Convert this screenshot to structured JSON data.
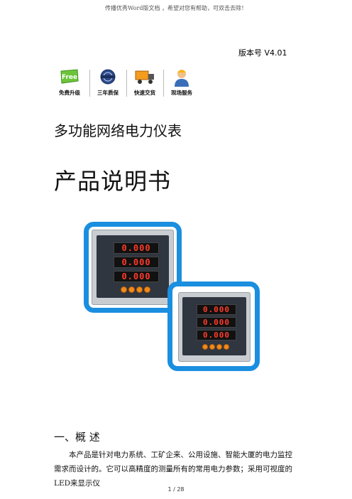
{
  "header_note": "传播优秀Word版文档 ，希望对您有帮助，可双击去除！",
  "version": {
    "label": "版本号 V4.01"
  },
  "badges": [
    {
      "label": "免费升级",
      "icon": "free-icon",
      "icon_text": "Free"
    },
    {
      "label": "三年质保",
      "icon": "quality-seal-icon"
    },
    {
      "label": "快速交货",
      "icon": "delivery-truck-icon"
    },
    {
      "label": "现场服务",
      "icon": "service-engineer-icon"
    }
  ],
  "subtitle": "多功能网络电力仪表",
  "doc_title": "产品说明书",
  "meter_display": [
    "0.000",
    "0.000",
    "0.000"
  ],
  "section": {
    "heading": "一、概  述"
  },
  "paragraph": "本产品是针对电力系统、工矿企来、公用设施、智能大厦的电力监控需求而设计的。它可以高精度的测量所有的常用电力参数；采用可视度的LED来显示仪",
  "page_number": "1 / 28",
  "colors": {
    "frame_blue": "#1a8fe0",
    "led_red": "#ff3b2b",
    "button_orange": "#f28a1a"
  }
}
